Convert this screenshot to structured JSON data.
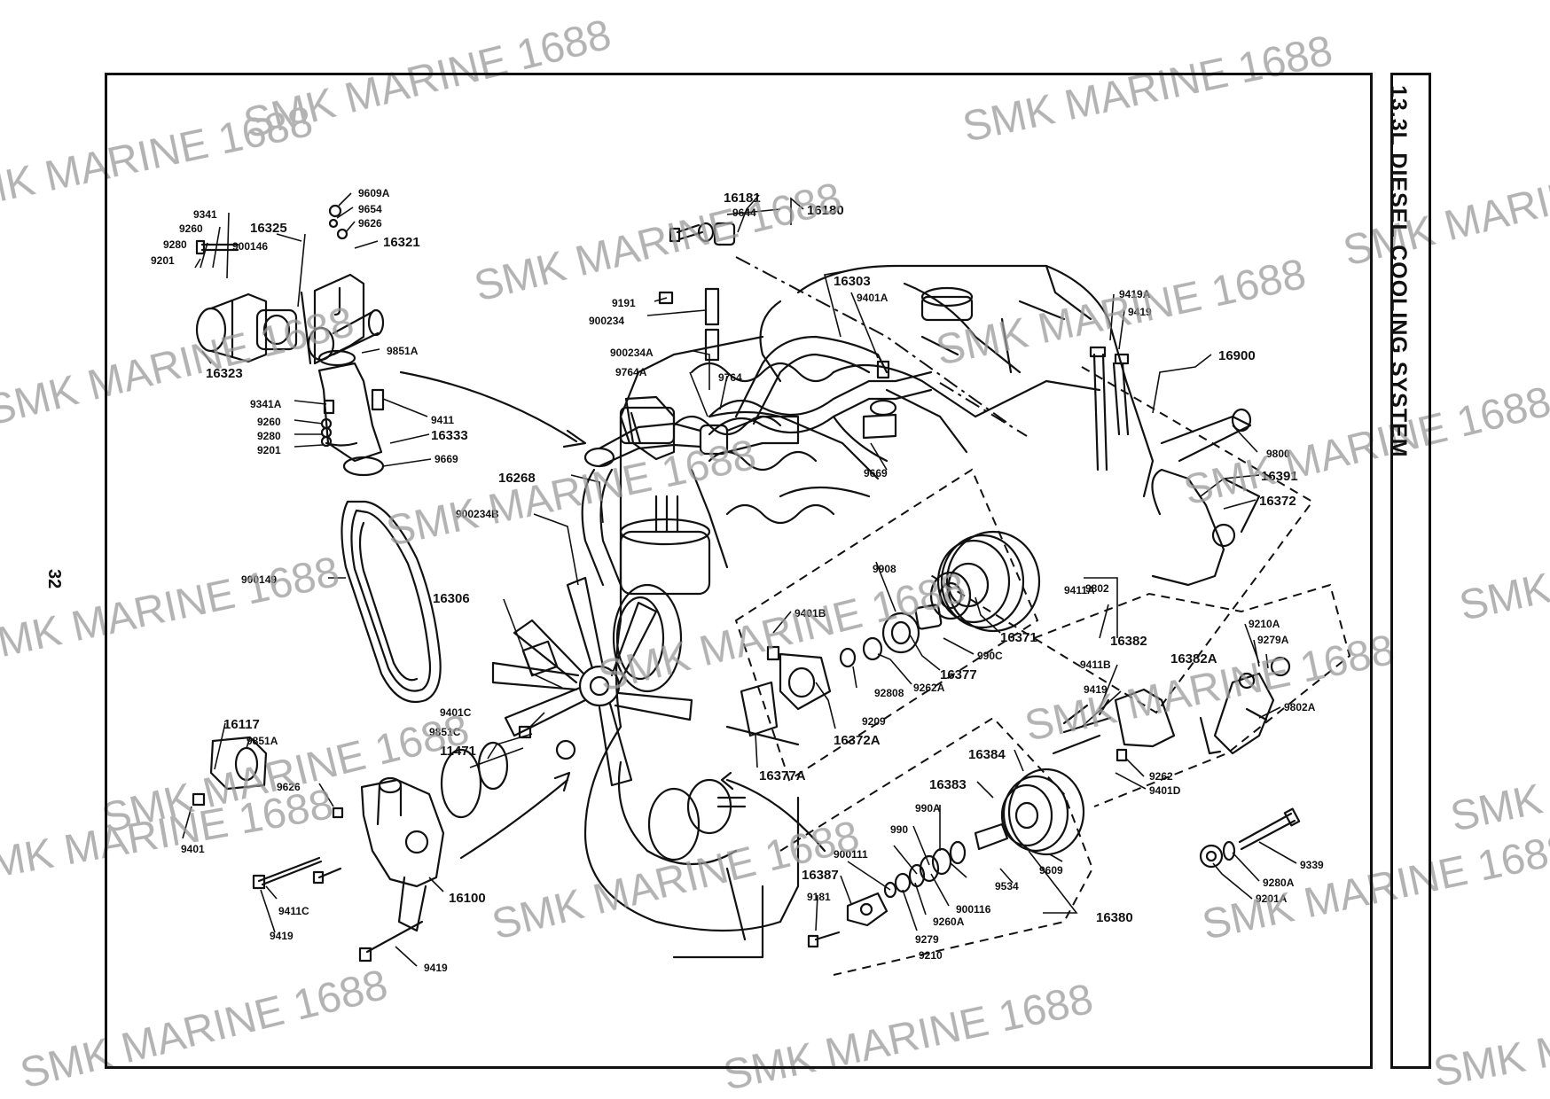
{
  "page": {
    "title": "13.3L DIESEL COOLING SYSTEM",
    "page_number": "32"
  },
  "watermark": {
    "text": "SMK MARINE 1688"
  },
  "callouts": [
    {
      "id": "c1",
      "label": "9341"
    },
    {
      "id": "c2",
      "label": "9260"
    },
    {
      "id": "c3",
      "label": "9280"
    },
    {
      "id": "c4",
      "label": "9201"
    },
    {
      "id": "c5",
      "label": "16325"
    },
    {
      "id": "c6",
      "label": "900146"
    },
    {
      "id": "c7",
      "label": "9609A"
    },
    {
      "id": "c8",
      "label": "9654"
    },
    {
      "id": "c9",
      "label": "9626"
    },
    {
      "id": "c10",
      "label": "16321"
    },
    {
      "id": "c11",
      "label": "16323"
    },
    {
      "id": "c12",
      "label": "9851A"
    },
    {
      "id": "c13",
      "label": "9341A"
    },
    {
      "id": "c14",
      "label": "9260"
    },
    {
      "id": "c15",
      "label": "9280"
    },
    {
      "id": "c16",
      "label": "9201"
    },
    {
      "id": "c17",
      "label": "9411"
    },
    {
      "id": "c18",
      "label": "16333"
    },
    {
      "id": "c19",
      "label": "9669"
    },
    {
      "id": "c20",
      "label": "16181"
    },
    {
      "id": "c21",
      "label": "9644"
    },
    {
      "id": "c22",
      "label": "16180"
    },
    {
      "id": "c23",
      "label": "9191"
    },
    {
      "id": "c24",
      "label": "900234"
    },
    {
      "id": "c25",
      "label": "16303"
    },
    {
      "id": "c26",
      "label": "9401A"
    },
    {
      "id": "c27",
      "label": "900234A"
    },
    {
      "id": "c28",
      "label": "9764A"
    },
    {
      "id": "c29",
      "label": "9764"
    },
    {
      "id": "c30",
      "label": "9669"
    },
    {
      "id": "c31",
      "label": "16268"
    },
    {
      "id": "c32",
      "label": "900234B"
    },
    {
      "id": "c33",
      "label": "9419A"
    },
    {
      "id": "c34",
      "label": "9419"
    },
    {
      "id": "c35",
      "label": "16900"
    },
    {
      "id": "c36",
      "label": "9800"
    },
    {
      "id": "c37",
      "label": "16391"
    },
    {
      "id": "c38",
      "label": "16372"
    },
    {
      "id": "c39",
      "label": "900149"
    },
    {
      "id": "c40",
      "label": "16306"
    },
    {
      "id": "c41",
      "label": "9908"
    },
    {
      "id": "c42",
      "label": "9401B"
    },
    {
      "id": "c43",
      "label": "16371"
    },
    {
      "id": "c44",
      "label": "990C"
    },
    {
      "id": "c45",
      "label": "16377"
    },
    {
      "id": "c46",
      "label": "9262A"
    },
    {
      "id": "c47",
      "label": "92808"
    },
    {
      "id": "c48",
      "label": "9209"
    },
    {
      "id": "c49",
      "label": "16372A"
    },
    {
      "id": "c50",
      "label": "16377A"
    },
    {
      "id": "c51",
      "label": "9411A"
    },
    {
      "id": "c52",
      "label": "9802"
    },
    {
      "id": "c53",
      "label": "16382"
    },
    {
      "id": "c54",
      "label": "9210A"
    },
    {
      "id": "c55",
      "label": "9279A"
    },
    {
      "id": "c56",
      "label": "16382A"
    },
    {
      "id": "c57",
      "label": "9411B"
    },
    {
      "id": "c58",
      "label": "9419"
    },
    {
      "id": "c59",
      "label": "9802A"
    },
    {
      "id": "c60",
      "label": "9262"
    },
    {
      "id": "c61",
      "label": "9401D"
    },
    {
      "id": "c62",
      "label": "9401C"
    },
    {
      "id": "c63",
      "label": "9851C"
    },
    {
      "id": "c64",
      "label": "11471"
    },
    {
      "id": "c65",
      "label": "16117"
    },
    {
      "id": "c66",
      "label": "9851A"
    },
    {
      "id": "c67",
      "label": "9626"
    },
    {
      "id": "c68",
      "label": "9401"
    },
    {
      "id": "c69",
      "label": "16384"
    },
    {
      "id": "c70",
      "label": "16383"
    },
    {
      "id": "c71",
      "label": "990A"
    },
    {
      "id": "c72",
      "label": "990"
    },
    {
      "id": "c73",
      "label": "900111"
    },
    {
      "id": "c74",
      "label": "16387"
    },
    {
      "id": "c75",
      "label": "9181"
    },
    {
      "id": "c76",
      "label": "9609"
    },
    {
      "id": "c77",
      "label": "9534"
    },
    {
      "id": "c78",
      "label": "900116"
    },
    {
      "id": "c79",
      "label": "9260A"
    },
    {
      "id": "c80",
      "label": "9279"
    },
    {
      "id": "c81",
      "label": "9210"
    },
    {
      "id": "c82",
      "label": "16380"
    },
    {
      "id": "c83",
      "label": "9339"
    },
    {
      "id": "c84",
      "label": "9280A"
    },
    {
      "id": "c85",
      "label": "9201A"
    },
    {
      "id": "c86",
      "label": "16100"
    },
    {
      "id": "c87",
      "label": "9411C"
    },
    {
      "id": "c88",
      "label": "9419"
    },
    {
      "id": "c89",
      "label": "9419"
    }
  ]
}
